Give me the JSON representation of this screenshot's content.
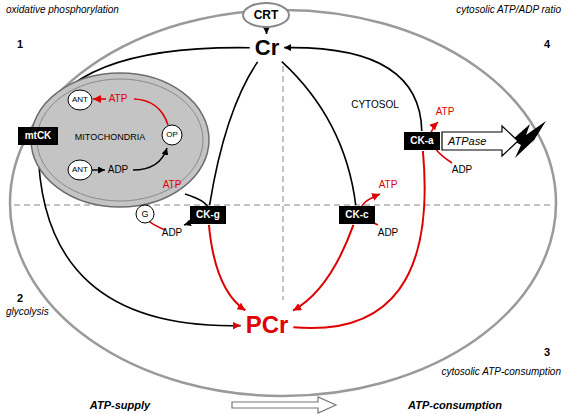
{
  "diagram": {
    "nodes": [
      {
        "text": [
          "CRT"
        ]
      },
      {
        "text": [
          "Cr"
        ]
      },
      {
        "text": [
          "MITOCHONDRIA"
        ]
      },
      {
        "text": [
          "ANT"
        ],
        "in": 2
      },
      {
        "text": [
          "ANT"
        ],
        "in": 2
      },
      {
        "text": [
          "OP"
        ],
        "in": 2
      },
      {
        "text": [
          "mtCK"
        ],
        "in": 2
      },
      {
        "text": [
          "G"
        ]
      },
      {
        "text": [
          "CK-g"
        ]
      },
      {
        "text": [
          "CK-c"
        ]
      },
      {
        "text": [
          "CK-a"
        ]
      },
      {
        "text": [
          "ATPase"
        ]
      },
      {
        "text": [
          "PCr"
        ]
      }
    ],
    "edges": [
      {
        "from": 0,
        "to": 1,
        "arrow": "to"
      },
      {
        "from": 1,
        "to": 6,
        "arrow": "none"
      },
      {
        "from": 6,
        "to": 12,
        "arrow": "to"
      },
      {
        "from": 1,
        "to": 8,
        "arrow": "none"
      },
      {
        "from": 8,
        "to": 12,
        "arrow": "to"
      },
      {
        "from": 1,
        "to": 9,
        "arrow": "none"
      },
      {
        "from": 9,
        "to": 12,
        "arrow": "to"
      },
      {
        "from": 12,
        "to": 10,
        "arrow": "none"
      },
      {
        "from": 10,
        "to": 1,
        "arrow": "to"
      }
    ],
    "labels": [
      "oxidative phosphorylation",
      "1",
      "cytosolic ATP/ADP ratio",
      "4",
      "CYTOSOL",
      "ATP",
      "ADP",
      "ATP",
      "ADP",
      "ATP",
      "ADP",
      "ATP",
      "ADP",
      "2",
      "glycolysis",
      "3",
      "cytosolic ATP-consumption",
      "ATP-supply",
      "ATP-consumption"
    ]
  }
}
